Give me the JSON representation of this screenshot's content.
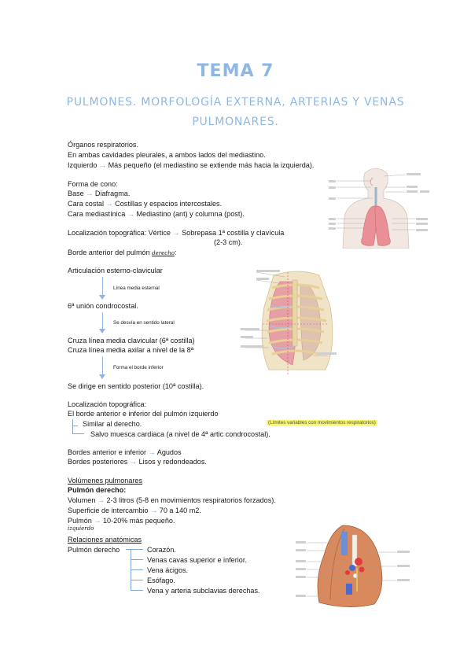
{
  "header": {
    "title": "TEMA 7",
    "subtitle_line1": "PULMONES. MORFOLOGÍA EXTERNA, ARTERIAS Y VENAS",
    "subtitle_line2": "PULMONARES."
  },
  "organos": {
    "l1": "Órganos respiratorios.",
    "l2": "En ambas cavidades pleurales, a ambos lados del mediastino.",
    "l3a": "Izquierdo",
    "l3b": "Más pequeño (el mediastino se extiende más hacia la izquierda)."
  },
  "forma": {
    "l1": "Forma de cono:",
    "base_a": "Base",
    "base_b": "Diafragma.",
    "costal_a": "Cara costal",
    "costal_b": "Costillas y espacios intercostales.",
    "medias_a": "Cara mediastínica",
    "medias_b": "Mediastino (ant) y columna (post)."
  },
  "localizacion1": {
    "a": "Localización topográfica: Vértice",
    "b": "Sobrepasa 1ª costilla y clavícula",
    "c": "(2-3 cm).",
    "borde_a": "Borde anterior del pulmón",
    "borde_hand": "derecho",
    "borde_c": ":"
  },
  "flow": {
    "s1": "Articulación esterno-clavicular",
    "n1": "Línea media esternal",
    "s2": "6ª unión condrocostal.",
    "n2": "Se desvía en sentido lateral",
    "s3a": "Cruza línea media clavicular (6ª costilla)",
    "s3b": "Cruza línea media axilar a nivel de la 8ª",
    "n3": "Forma el borde inferior",
    "s4": "Se dirige en sentido posterior (10ª costilla)."
  },
  "localizacion2": {
    "l1": "Localización topográfica:",
    "l2": "El borde anterior e inferior del pulmón izquierdo",
    "t1": "Similar al derecho.",
    "t2": "Salvo muesca cardiaca (a nivel de 4ª artic condrocostal).",
    "note": "(Límites variables con movimientos respiratorios)"
  },
  "bordes": {
    "a1": "Bordes anterior  e inferior",
    "a2": "Agudos",
    "b1": "Bordes posteriores",
    "b2": "Lisos y redondeados."
  },
  "volumenes": {
    "heading": "Volúmenes pulmonares",
    "sub": "Pulmón derecho:",
    "v1a": "Volumen",
    "v1b": "2-3 litros (5-8 en movimientos respiratorios forzados).",
    "v2a": "Superficie de intercambio",
    "v2b": "70 a 140 m2.",
    "v3a": "Pulmón",
    "v3b": "10-20% más pequeño.",
    "v3hand": "izquierdo"
  },
  "relaciones": {
    "heading": "Relaciones anatómicas",
    "root": "Pulmón derecho",
    "items": [
      "Corazón.",
      "Venas cavas superior e inferior.",
      "Vena ácigos.",
      "Esófago.",
      "Vena y arteria subclavias derechas."
    ]
  },
  "icons": {
    "arrow": "→"
  },
  "colors": {
    "accent": "#8db8e6",
    "arrow": "#6aa3dd",
    "highlight": "#f7f56a"
  }
}
